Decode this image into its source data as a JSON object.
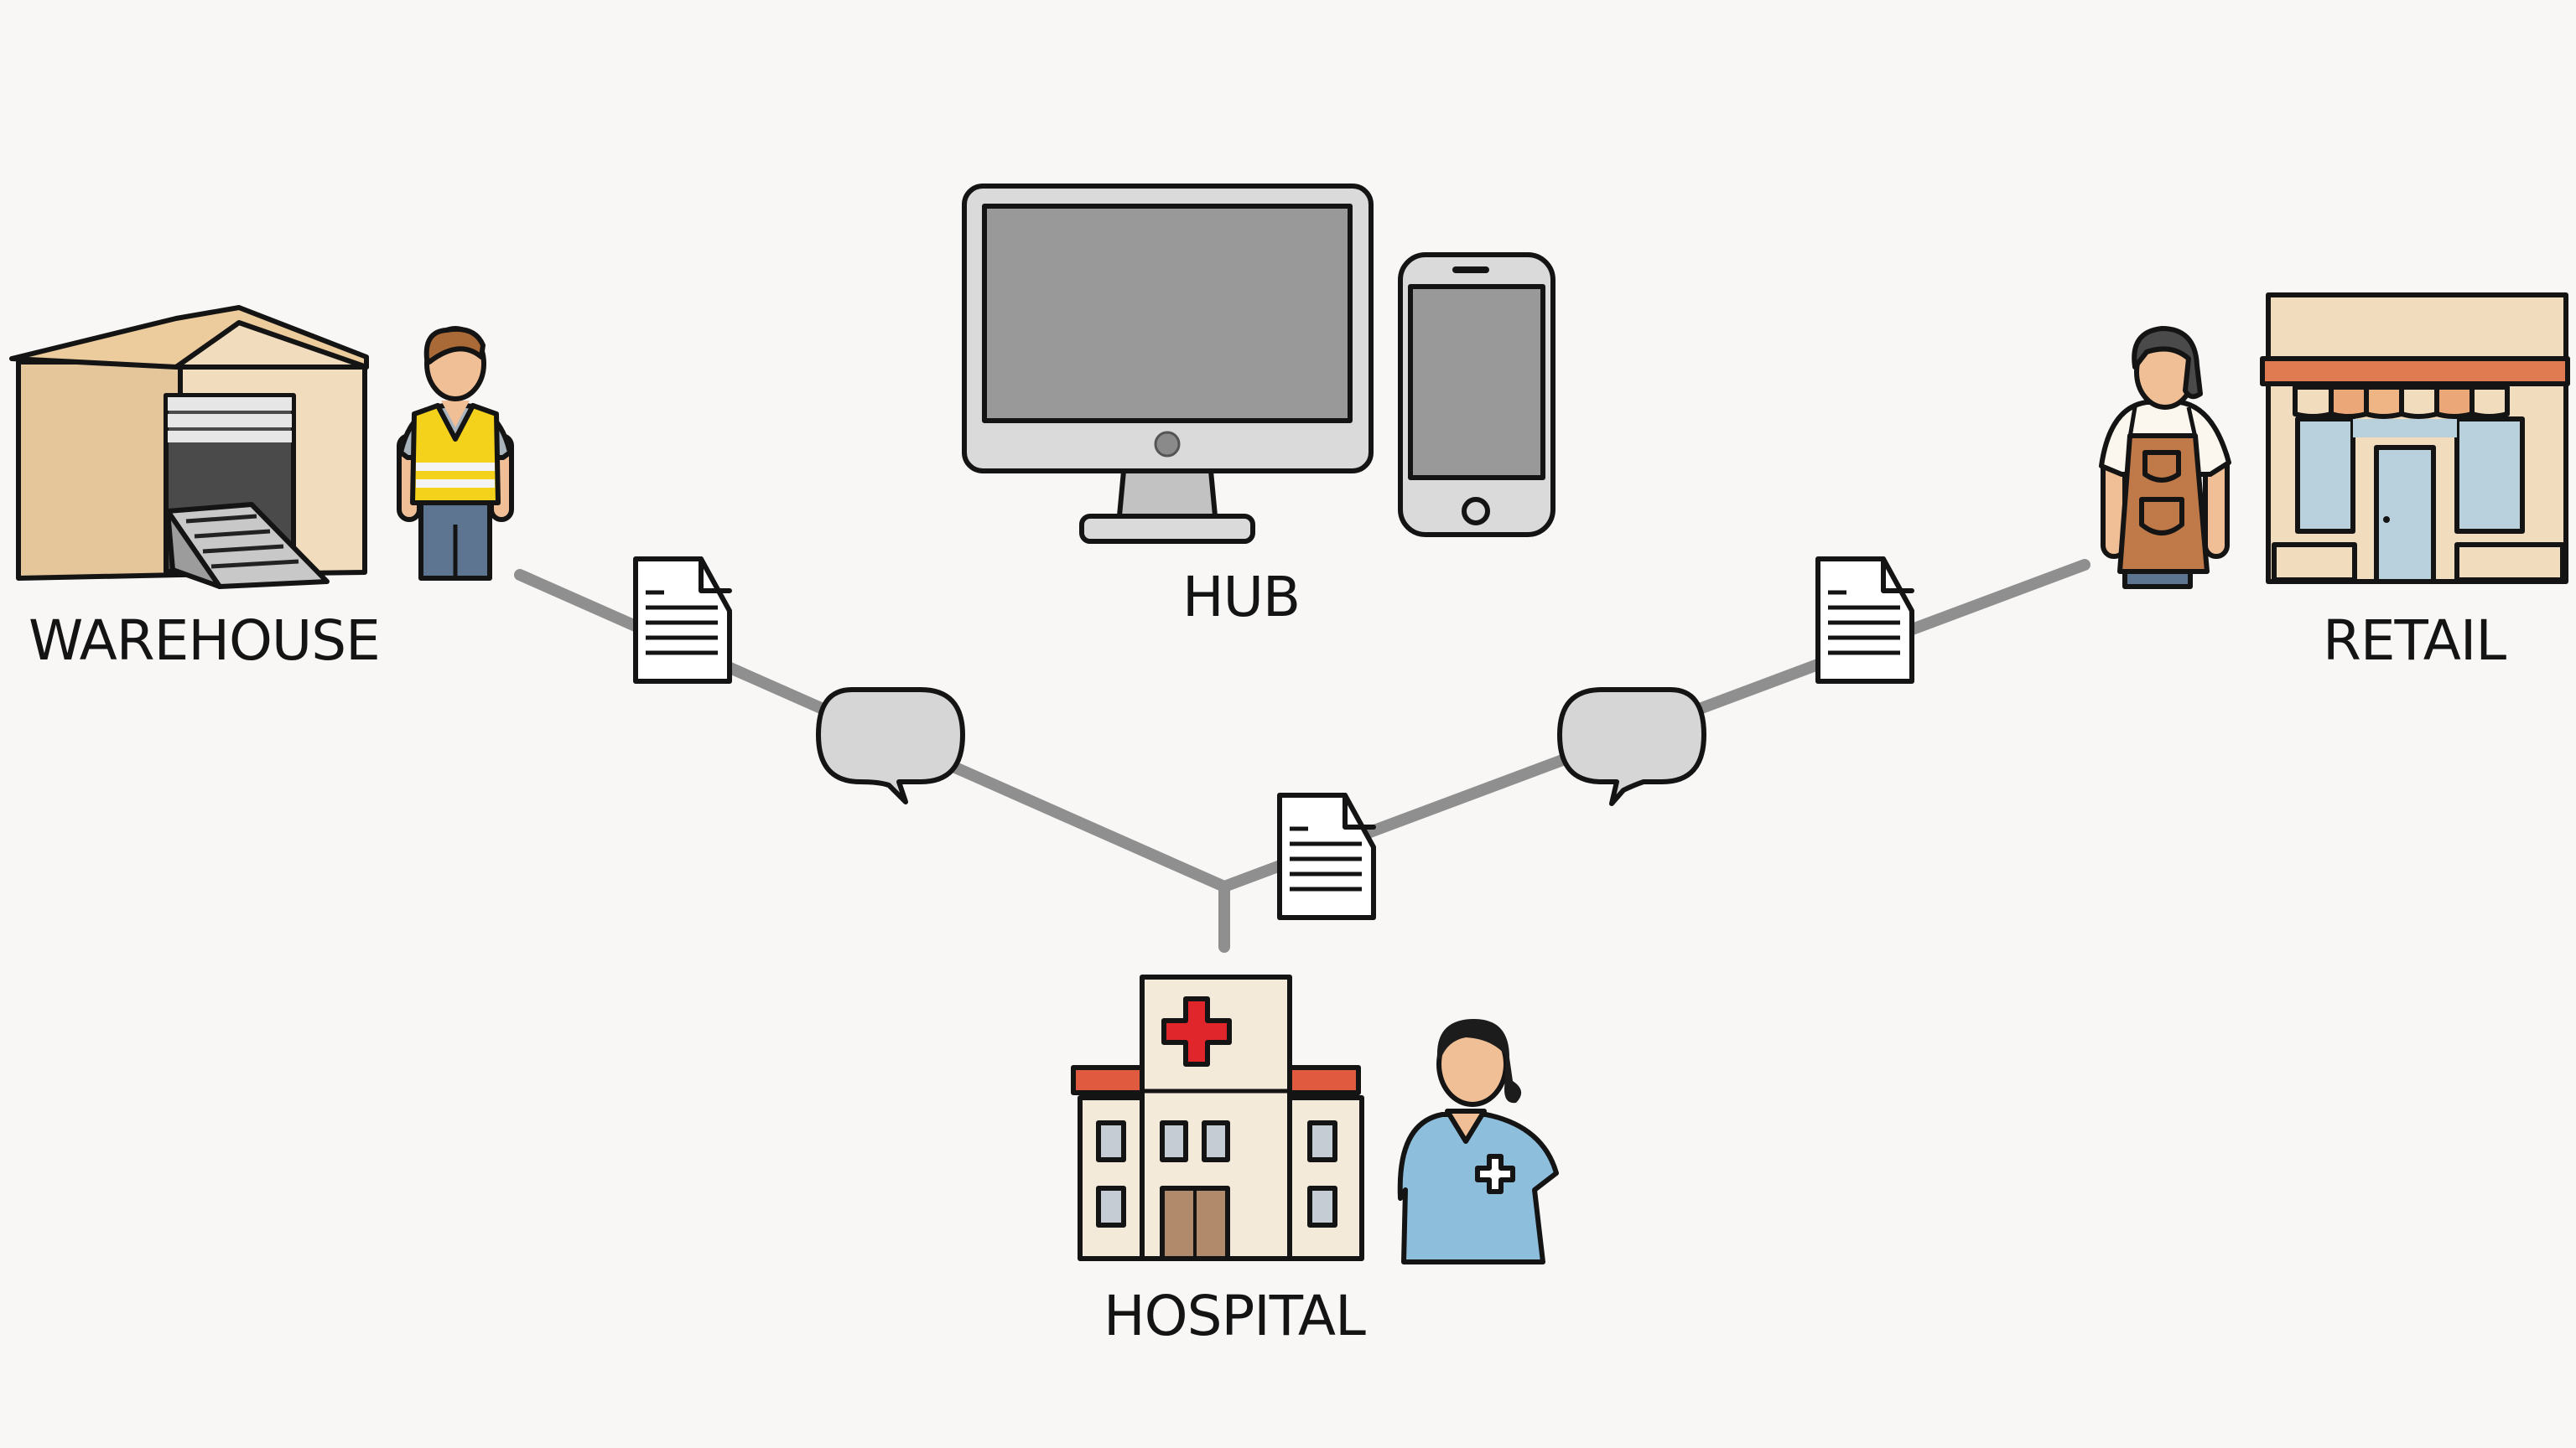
{
  "diagram": {
    "background": "#f8f7f5",
    "connector_color": "#8f8f8f",
    "nodes": {
      "warehouse": {
        "label": "WAREHOUSE",
        "building_color": "#f1dcbd",
        "side_color": "#e5c59a",
        "door_color": "#4a4a4a",
        "person": "warehouse worker in safety vest",
        "vest_color": "#f4d21c"
      },
      "hub": {
        "label": "HUB",
        "devices": [
          "desktop monitor",
          "smartphone"
        ],
        "screen_color": "#999999",
        "frame_color": "#dadada"
      },
      "retail": {
        "label": "RETAIL",
        "storefront_color": "#f1dcbd",
        "awning_color": "#e07a50",
        "window_color": "#b9d0dd",
        "person": "shop worker in apron",
        "apron_color": "#c07a4a"
      },
      "hospital": {
        "label": "HOSPITAL",
        "cross_color": "#e0262a",
        "roof_color": "#e05a40",
        "wall_color": "#f3ead9",
        "door_color": "#b08a6a",
        "person": "nurse in scrubs",
        "scrubs_color": "#8dbfdd"
      }
    },
    "connectors": [
      {
        "from": "warehouse",
        "to": "hospital",
        "icons": [
          "document-icon",
          "chat-bubble-icon"
        ]
      },
      {
        "from": "retail",
        "to": "hospital",
        "icons": [
          "document-icon",
          "chat-bubble-icon",
          "document-icon"
        ]
      }
    ]
  }
}
